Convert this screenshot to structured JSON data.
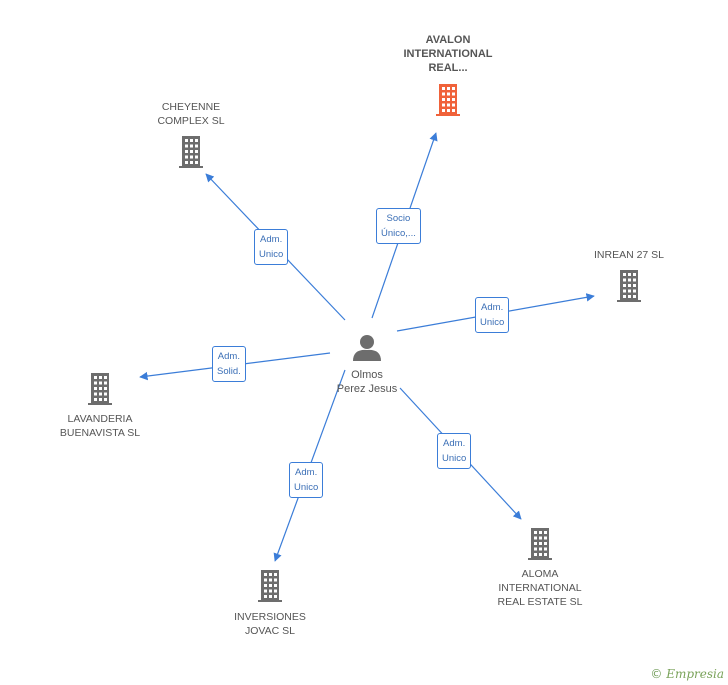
{
  "center": {
    "label": "Olmos\nPerez Jesus"
  },
  "companies": [
    {
      "id": "avalon",
      "label": "AVALON\nINTERNATIONAL\nREAL...",
      "highlight": true
    },
    {
      "id": "cheyenne",
      "label": "CHEYENNE\nCOMPLEX SL",
      "highlight": false
    },
    {
      "id": "inrean",
      "label": "INREAN 27 SL",
      "highlight": false
    },
    {
      "id": "lavanderia",
      "label": "LAVANDERIA\nBUENAVISTA SL",
      "highlight": false
    },
    {
      "id": "inversiones",
      "label": "INVERSIONES\nJOVAC SL",
      "highlight": false
    },
    {
      "id": "aloma",
      "label": "ALOMA\nINTERNATIONAL\nREAL ESTATE SL",
      "highlight": false
    }
  ],
  "relations": [
    {
      "to": "avalon",
      "label": "Socio\nÚnico,..."
    },
    {
      "to": "cheyenne",
      "label": "Adm.\nUnico"
    },
    {
      "to": "inrean",
      "label": "Adm.\nUnico"
    },
    {
      "to": "lavanderia",
      "label": "Adm.\nSolid."
    },
    {
      "to": "inversiones",
      "label": "Adm.\nUnico"
    },
    {
      "to": "aloma",
      "label": "Adm.\nUnico"
    }
  ],
  "colors": {
    "edge": "#3b7dd8",
    "building": "#6d6d6d",
    "building_highlight": "#f0623a",
    "person": "#6d6d6d"
  },
  "icons": {
    "company": "building-icon",
    "person": "person-icon"
  },
  "watermark": {
    "copyright": "©",
    "brand": "Empresia"
  }
}
